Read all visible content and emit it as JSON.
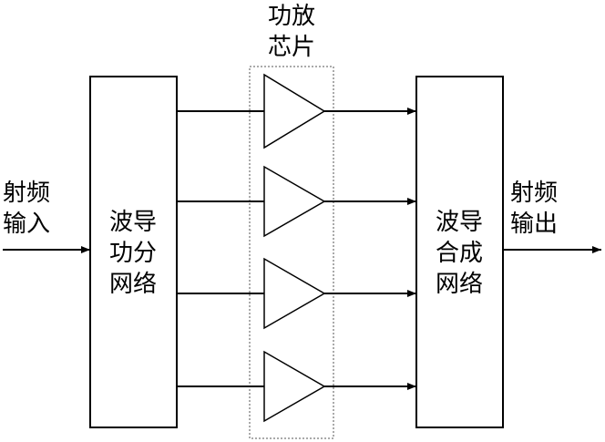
{
  "labels": {
    "amp_chip_line1": "功放",
    "amp_chip_line2": "芯片",
    "input_line1": "射频",
    "input_line2": "输入",
    "output_line1": "射频",
    "output_line2": "输出",
    "divider_line1": "波导",
    "divider_line2": "功分",
    "divider_line3": "网络",
    "combiner_line1": "波导",
    "combiner_line2": "合成",
    "combiner_line3": "网络"
  },
  "colors": {
    "stroke": "#000000",
    "chip_border": "#555555"
  }
}
